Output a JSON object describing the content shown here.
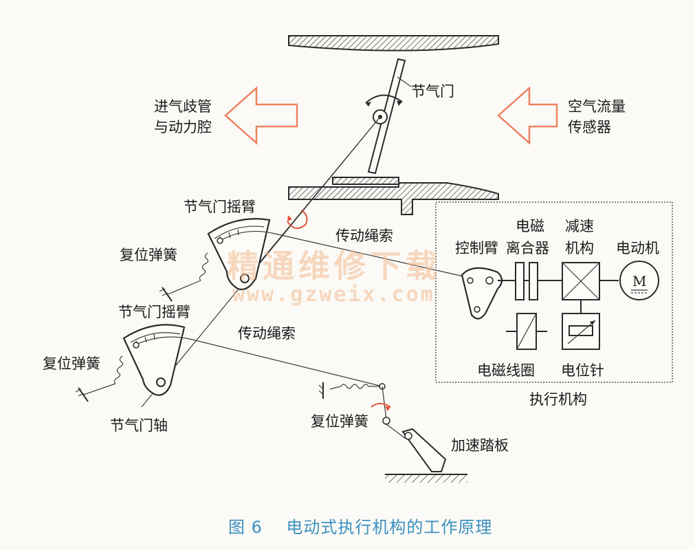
{
  "labels": {
    "throttle": "节气门",
    "intake_line1": "进气歧管",
    "intake_line2": "与动力腔",
    "airflow_line1": "空气流量",
    "airflow_line2": "传感器",
    "throttle_arm_top": "节气门摇臂",
    "throttle_arm_bottom": "节气门摇臂",
    "return_spring_top": "复位弹簧",
    "return_spring_bottom": "复位弹簧",
    "return_spring_pedal": "复位弹簧",
    "drive_cable_top": "传动绳索",
    "drive_cable_bottom": "传动绳索",
    "throttle_shaft": "节气门轴",
    "accelerator_pedal": "加速踏板",
    "control_arm": "控制臂",
    "em_clutch_line1": "电磁",
    "em_clutch_line2": "离合器",
    "reducer_line1": "减速",
    "reducer_line2": "机构",
    "motor": "电动机",
    "motor_symbol": "M",
    "em_coil": "电磁线圈",
    "potentiometer": "电位针",
    "actuator": "执行机构"
  },
  "watermark": {
    "cn": "精通维修下载",
    "url": "www.gzweix.com"
  },
  "caption": "图 6    电动式执行机构的工作原理",
  "colors": {
    "caption": "#3b8fbf",
    "arrow": "#f08060",
    "watermark": "#f2b98f",
    "line": "#2a2a2a"
  }
}
